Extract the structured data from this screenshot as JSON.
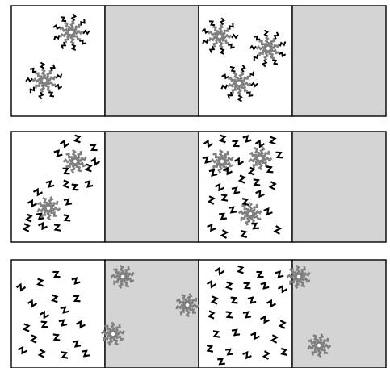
{
  "colors": {
    "background": "#ffffff",
    "border": "#111111",
    "gray_panel": "#d4d4d4",
    "micelle": "#808080",
    "micelle_core": "#ffffff",
    "monomer": "#000000"
  },
  "icons": {
    "micelle": "surfactant-micelle-icon",
    "monomer": "free-surfactant-monomer-icon"
  },
  "rows": [
    {
      "panels": [
        {
          "fill": "white",
          "micelles_with_tails": 2,
          "free_monomers": 0,
          "loose_micelles": 0
        },
        {
          "fill": "gray",
          "micelles_with_tails": 0,
          "free_monomers": 0,
          "loose_micelles": 0
        },
        {
          "fill": "white",
          "micelles_with_tails": 3,
          "free_monomers": 0,
          "loose_micelles": 0
        },
        {
          "fill": "gray",
          "micelles_with_tails": 0,
          "free_monomers": 0,
          "loose_micelles": 0
        }
      ]
    },
    {
      "panels": [
        {
          "fill": "white",
          "micelles_with_tails": 0,
          "free_monomers": 20,
          "loose_micelles": 2
        },
        {
          "fill": "gray",
          "micelles_with_tails": 0,
          "free_monomers": 0,
          "loose_micelles": 0
        },
        {
          "fill": "white",
          "micelles_with_tails": 0,
          "free_monomers": 30,
          "loose_micelles": 3
        },
        {
          "fill": "gray",
          "micelles_with_tails": 0,
          "free_monomers": 0,
          "loose_micelles": 0
        }
      ]
    },
    {
      "panels": [
        {
          "fill": "white",
          "micelles_with_tails": 0,
          "free_monomers": 20,
          "loose_micelles": 0
        },
        {
          "fill": "gray",
          "micelles_with_tails": 0,
          "free_monomers": 0,
          "loose_micelles": 3
        },
        {
          "fill": "white",
          "micelles_with_tails": 0,
          "free_monomers": 28,
          "loose_micelles": 0
        },
        {
          "fill": "gray",
          "micelles_with_tails": 0,
          "free_monomers": 0,
          "loose_micelles": 2
        }
      ]
    }
  ]
}
